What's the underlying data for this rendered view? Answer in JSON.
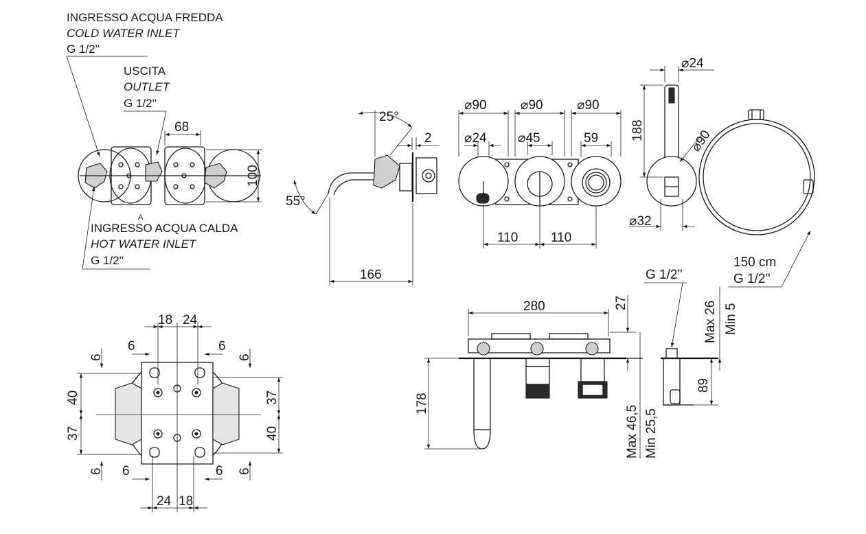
{
  "labels": {
    "cold_it": "INGRESSO ACQUA FREDDA",
    "cold_en": "COLD WATER INLET",
    "cold_thread": "G 1/2''",
    "outlet_it": "USCITA",
    "outlet_en": "OUTLET",
    "outlet_thread": "G 1/2''",
    "hot_it": "INGRESSO ACQUA CALDA",
    "hot_en": "HOT WATER INLET",
    "hot_thread": "G 1/2''",
    "a_mark": "A",
    "hose_len": "150 cm",
    "hose_thread": "G 1/2''",
    "shower_thread": "G 1/2''"
  },
  "dims": {
    "plate_w": "68",
    "plate_h": "100",
    "angle_top": "25°",
    "angle_bot": "55°",
    "wall": "2",
    "spout_len": "166",
    "rose1": "90",
    "rose2": "90",
    "rose3": "90",
    "spout_d": "24",
    "handle_d": "45",
    "cart_w": "59",
    "spacing1": "110",
    "spacing2": "110",
    "shower_d": "24",
    "shower_len": "188",
    "shower_rose": "90",
    "shower_base": "32",
    "body_len": "280",
    "body_h": "27",
    "spout_drop": "178",
    "depth_max": "Max 46,5",
    "depth_min": "Min 25,5",
    "sh_max": "Max 26",
    "sh_min": "Min 5",
    "sh_h": "89",
    "pl_18a": "18",
    "pl_24a": "24",
    "pl_6a": "6",
    "pl_6b": "6",
    "pl_6c": "6",
    "pl_6d": "6",
    "pl_40a": "40",
    "pl_37a": "37",
    "pl_37b": "37",
    "pl_40b": "40",
    "pl_6e": "6",
    "pl_6f": "6",
    "pl_6g": "6",
    "pl_6h": "6",
    "pl_24b": "24",
    "pl_18b": "18"
  }
}
